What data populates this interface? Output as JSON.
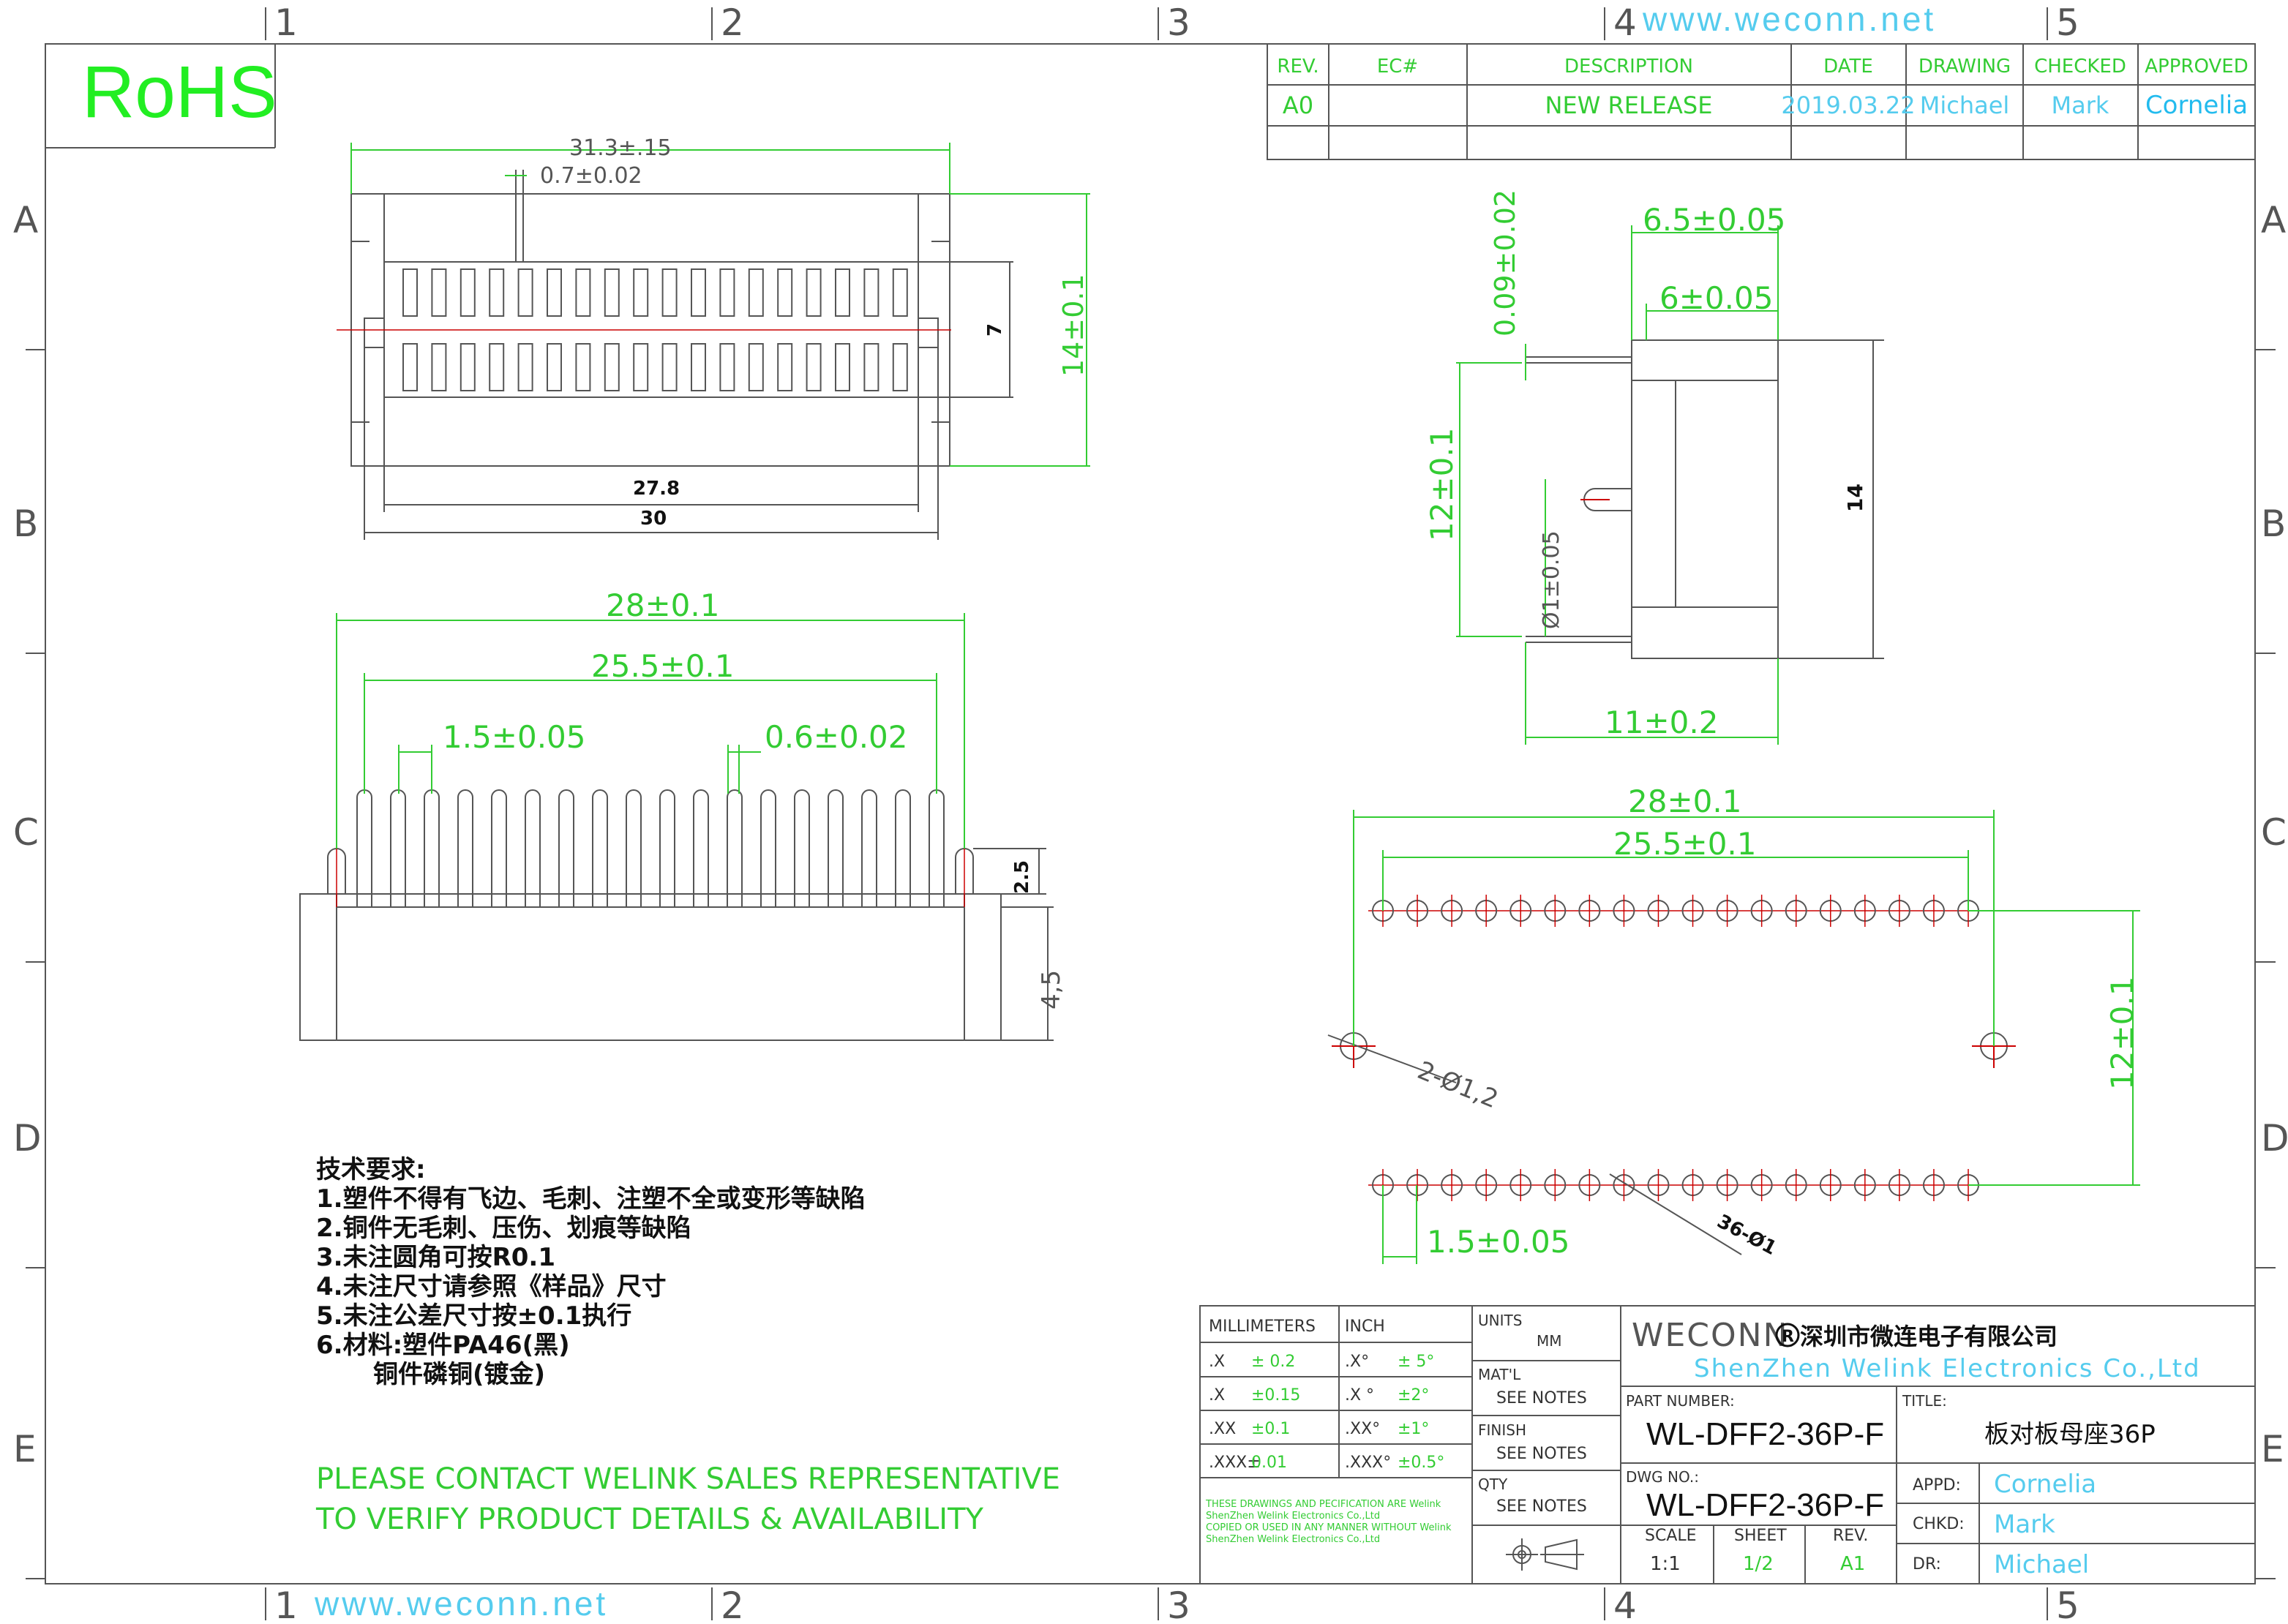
{
  "colors": {
    "line": "#555555",
    "dim": "#33cc33",
    "accent": "#cc0000",
    "rohs": "#22ee22",
    "cyan": "#55ccee",
    "text": "#111111"
  },
  "header": {
    "rohs": "RoHS",
    "website": "www.weconn.net"
  },
  "grid": {
    "cols_top": [
      "1",
      "2",
      "3",
      "4",
      "5"
    ],
    "cols_bottom": [
      "1",
      "2",
      "3",
      "4",
      "5"
    ],
    "rows": [
      "A",
      "B",
      "C",
      "D",
      "E"
    ]
  },
  "revision": {
    "headers": [
      "REV.",
      "EC#",
      "DESCRIPTION",
      "DATE",
      "DRAWING",
      "CHECKED",
      "APPROVED"
    ],
    "row": [
      "A0",
      "",
      "NEW RELEASE",
      "2019.03.22",
      "Michael",
      "Mark",
      "Cornelia"
    ]
  },
  "views": {
    "top": {
      "dim_total": "31.3±.15",
      "dim_pin": "0.7±0.02",
      "dim_7": "7",
      "dim_14": "14±0.1",
      "dim_278": "27.8",
      "dim_30": "30"
    },
    "side": {
      "dim_065": "6.5±0.05",
      "dim_6": "6±0.05",
      "dim_009": "0.09±0.02",
      "dim_12": "12±0.1",
      "dim_14": "14",
      "dim_phi1": "Ø1±0.05",
      "dim_11": "11±0.2"
    },
    "front": {
      "dim_28": "28±0.1",
      "dim_255": "25.5±0.1",
      "dim_15": "1.5±0.05",
      "dim_06": "0.6±0.02",
      "dim_25": "2.5",
      "dim_45": "4,5"
    },
    "pcb": {
      "dim_28": "28±0.1",
      "dim_255": "25.5±0.1",
      "dim_12": "12±0.1",
      "dim_hole2": "2-Ø1,2",
      "dim_15": "1.5±0.05",
      "dim_holes": "36-Ø1"
    }
  },
  "notes": {
    "title": "技术要求:",
    "items": [
      "1.塑件不得有飞边、毛刺、注塑不全或变形等缺陷",
      "2.铜件无毛刺、压伤、划痕等缺陷",
      "3.未注圆角可按R0.1",
      "4.未注尺寸请参照《样品》尺寸",
      "5.未注公差尺寸按±0.1执行",
      "6.材料:塑件PA46(黑)",
      "铜件磷铜(镀金)"
    ],
    "contact_1": "PLEASE CONTACT WELINK SALES REPRESENTATIVE",
    "contact_2": "TO VERIFY PRODUCT DETAILS & AVAILABILITY"
  },
  "tolerance": {
    "col_mm": "MILLIMETERS",
    "col_inch": "INCH",
    "mm": [
      [
        ".X",
        "± 0.2"
      ],
      [
        ".X",
        "±0.15"
      ],
      [
        ".XX",
        "±0.1"
      ],
      [
        ".XXX±",
        "0.01"
      ]
    ],
    "inch": [
      [
        ".X°",
        "± 5°"
      ],
      [
        ".X °",
        "±2°"
      ],
      [
        ".XX°",
        "±1°"
      ],
      [
        ".XXX°",
        "±0.5°"
      ]
    ],
    "disclaimer": [
      "THESE DRAWINGS AND PECIFICATION  ARE Welink",
      "ShenZhen Welink Electronics Co.,Ltd",
      "COPIED OR USED IN ANY MANNER WITHOUT Welink",
      "ShenZhen Welink Electronics Co.,Ltd"
    ]
  },
  "titleblock": {
    "units_label": "UNITS",
    "units_value": "MM",
    "matl_label": "MAT'L",
    "matl_value": "SEE NOTES",
    "finish_label": "FINISH",
    "finish_value": "SEE NOTES",
    "qty_label": "QTY",
    "qty_value": "SEE NOTES",
    "brand": "WECONN",
    "registered": "R",
    "company_cn": "深圳市微连电子有限公司",
    "company_en": "ShenZhen  Welink  Electronics  Co.,Ltd",
    "part_label": "PART NUMBER:",
    "part_value": "WL-DFF2-36P-F",
    "title_label": "TITLE:",
    "title_value": "板对板母座36P",
    "dwg_label": "DWG NO.:",
    "dwg_value": "WL-DFF2-36P-F",
    "appd_label": "APPD:",
    "appd_value": "Cornelia",
    "chkd_label": "CHKD:",
    "chkd_value": "Mark",
    "dr_label": "DR:",
    "dr_value": "Michael",
    "scale_label": "SCALE",
    "scale_value": "1:1",
    "sheet_label": "SHEET",
    "sheet_value": "1/2",
    "rev_label": "REV.",
    "rev_value": "A1"
  }
}
